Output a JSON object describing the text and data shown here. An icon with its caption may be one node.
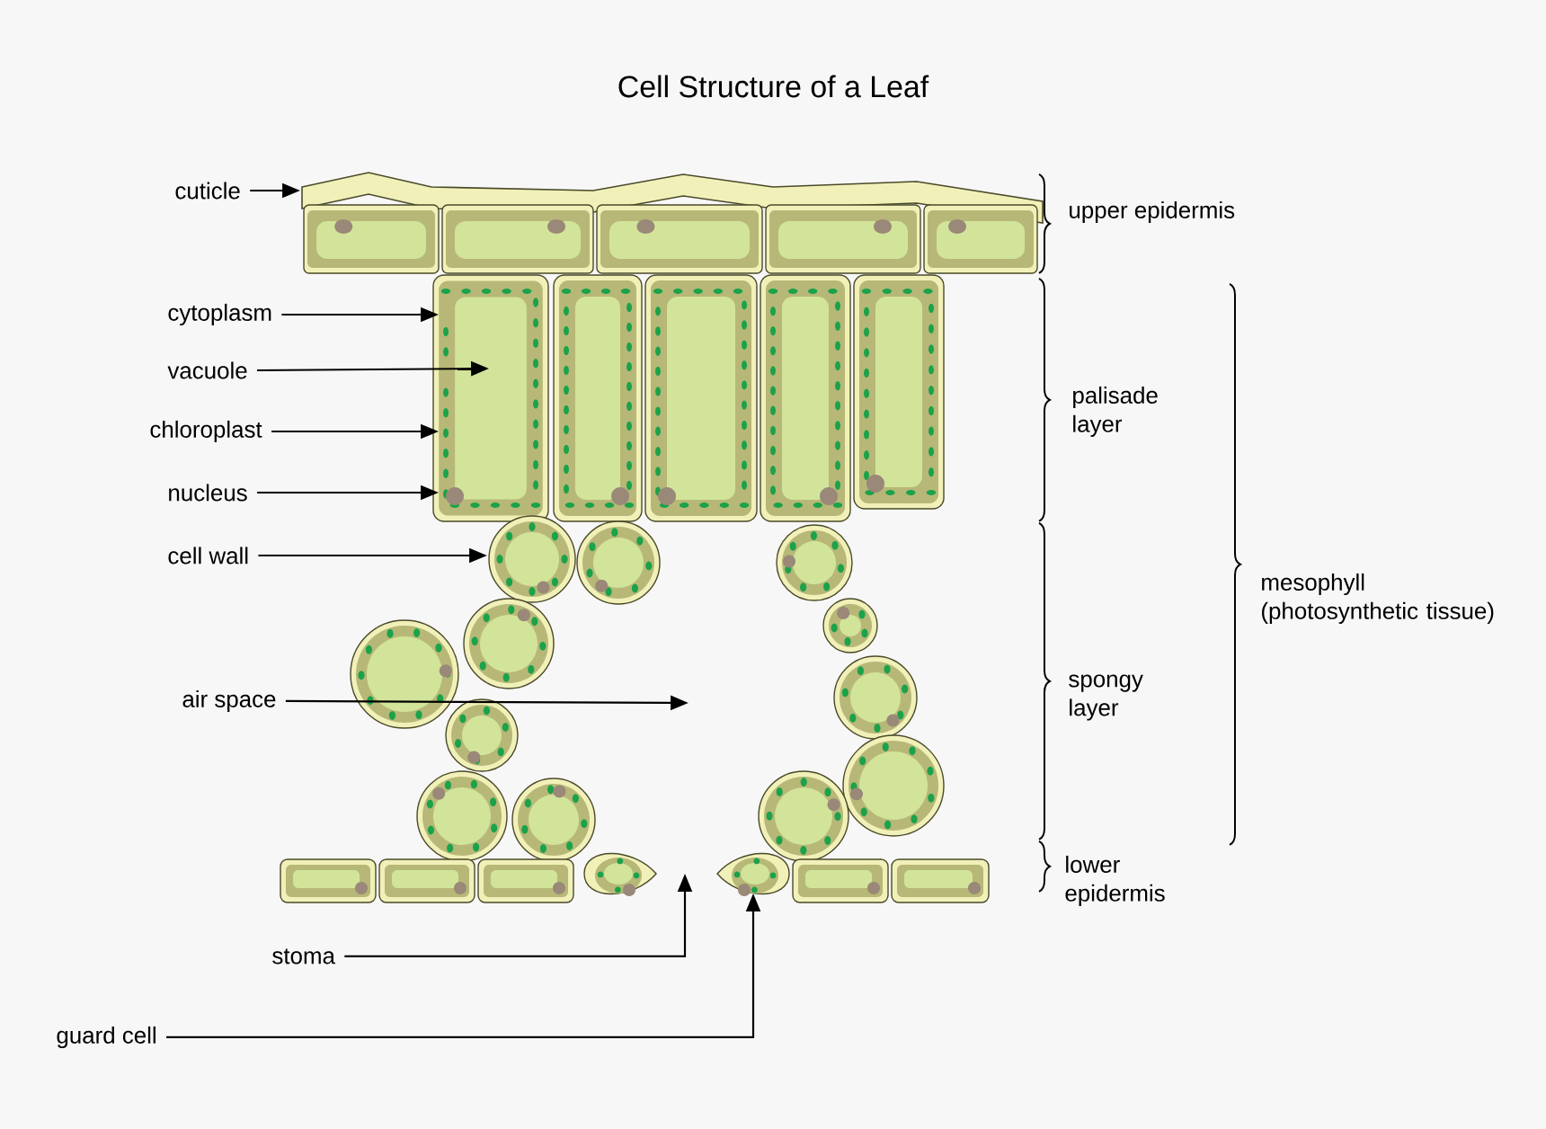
{
  "diagram": {
    "title": "Cell Structure of a Leaf",
    "nodes": [
      {
        "text": [
          "cuticle"
        ]
      },
      {
        "text": [
          "cytoplasm"
        ]
      },
      {
        "text": [
          "vacuole"
        ]
      },
      {
        "text": [
          "chloroplast"
        ]
      },
      {
        "text": [
          "nucleus"
        ]
      },
      {
        "text": [
          "cell wall"
        ]
      },
      {
        "text": [
          "air space"
        ]
      },
      {
        "text": [
          "stoma"
        ]
      },
      {
        "text": [
          "guard cell"
        ]
      },
      {
        "text": [],
        "shape": "band"
      },
      {
        "text": [],
        "shape": "box"
      },
      {
        "text": [],
        "shape": "circle"
      },
      {
        "text": [],
        "shape": "lens"
      },
      {
        "text": [],
        "shape": "box",
        "in": 10
      },
      {
        "text": [],
        "shape": "box",
        "in": 13
      }
    ],
    "edges": [
      {
        "from": 0,
        "to": 9,
        "arrow": "to"
      },
      {
        "from": 1,
        "to": 13,
        "arrow": "to"
      },
      {
        "from": 2,
        "to": 14,
        "arrow": "to"
      },
      {
        "from": 3,
        "to": 10,
        "arrow": "to"
      },
      {
        "from": 4,
        "to": 10,
        "arrow": "to"
      },
      {
        "from": 5,
        "to": 11,
        "arrow": "to"
      },
      {
        "from": 6,
        "to": null,
        "arrow": "to"
      },
      {
        "from": 7,
        "to": null,
        "arrow": "to"
      },
      {
        "from": 8,
        "to": 12,
        "arrow": "to"
      }
    ],
    "labels": [
      "upper epidermis",
      "palisade layer",
      "mesophyll (photosynthetic tissue)",
      "spongy layer",
      "lower epidermis"
    ]
  }
}
